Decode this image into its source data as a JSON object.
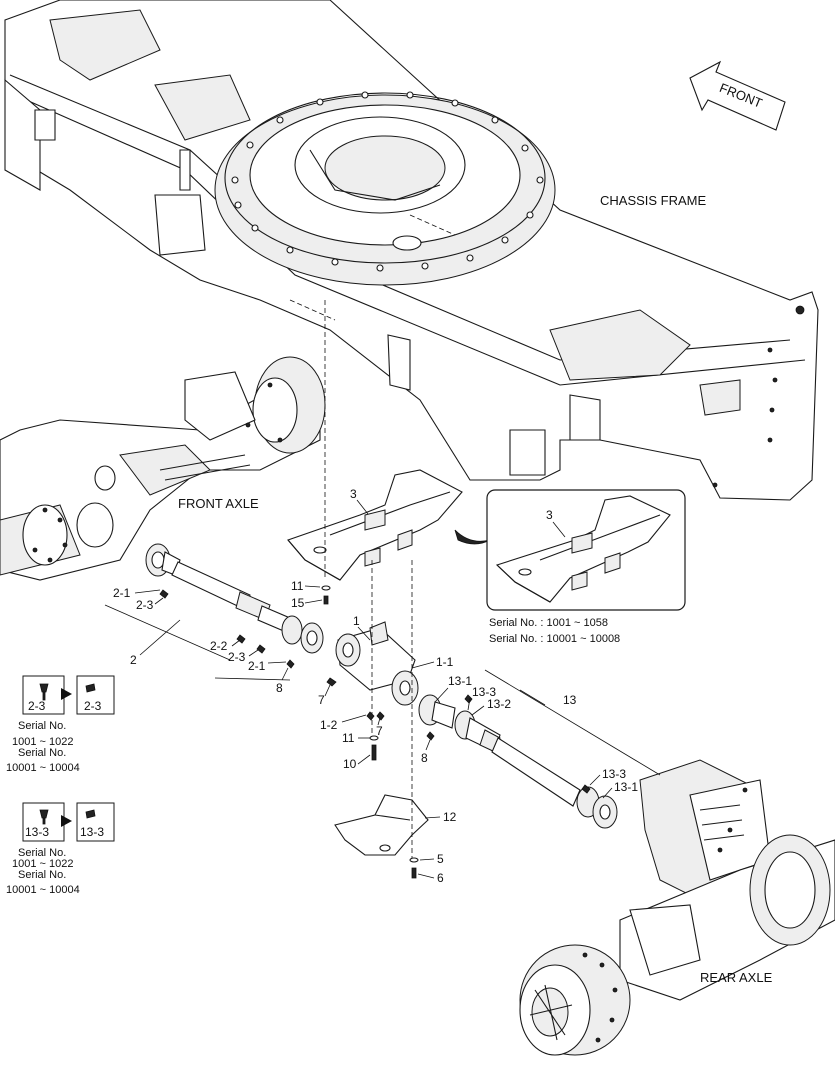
{
  "labels": {
    "front_arrow": "FRONT",
    "chassis_frame": "CHASSIS FRAME",
    "front_axle": "FRONT AXLE",
    "rear_axle": "REAR AXLE"
  },
  "callouts": {
    "c3_main": "3",
    "c3_inset": "3",
    "c11_top": "11",
    "c15": "15",
    "c1": "1",
    "c1_1": "1-1",
    "c1_2": "1-2",
    "c2_1_top": "2-1",
    "c2_3_top": "2-3",
    "c2": "2",
    "c2_2": "2-2",
    "c2_3_mid": "2-3",
    "c2_1_mid": "2-1",
    "c8_left": "8",
    "c7_left": "7",
    "c7_right": "7",
    "c11_bottom": "11",
    "c10": "10",
    "c8_right": "8",
    "c13_1_top": "13-1",
    "c13_3_top": "13-3",
    "c13_2": "13-2",
    "c13": "13",
    "c13_3_bottom": "13-3",
    "c13_1_bottom": "13-1",
    "c12": "12",
    "c5": "5",
    "c6": "6"
  },
  "inset": {
    "serial_line_1": "Serial No. : 1001 ~ 1058",
    "serial_line_2": "Serial No. : 10001 ~ 10008"
  },
  "legend_2_3": {
    "to_label": "2-3",
    "line_1": "Serial No.",
    "line_2": "1001 ~ 1022",
    "line_3": "Serial No.",
    "line_4": "10001 ~ 10004"
  },
  "legend_13_3": {
    "from_label": "13-3",
    "to_label": "13-3",
    "line_1": "Serial No.",
    "line_2": "1001 ~ 1022",
    "line_3": "Serial No.",
    "line_4": "10001 ~ 10004"
  }
}
